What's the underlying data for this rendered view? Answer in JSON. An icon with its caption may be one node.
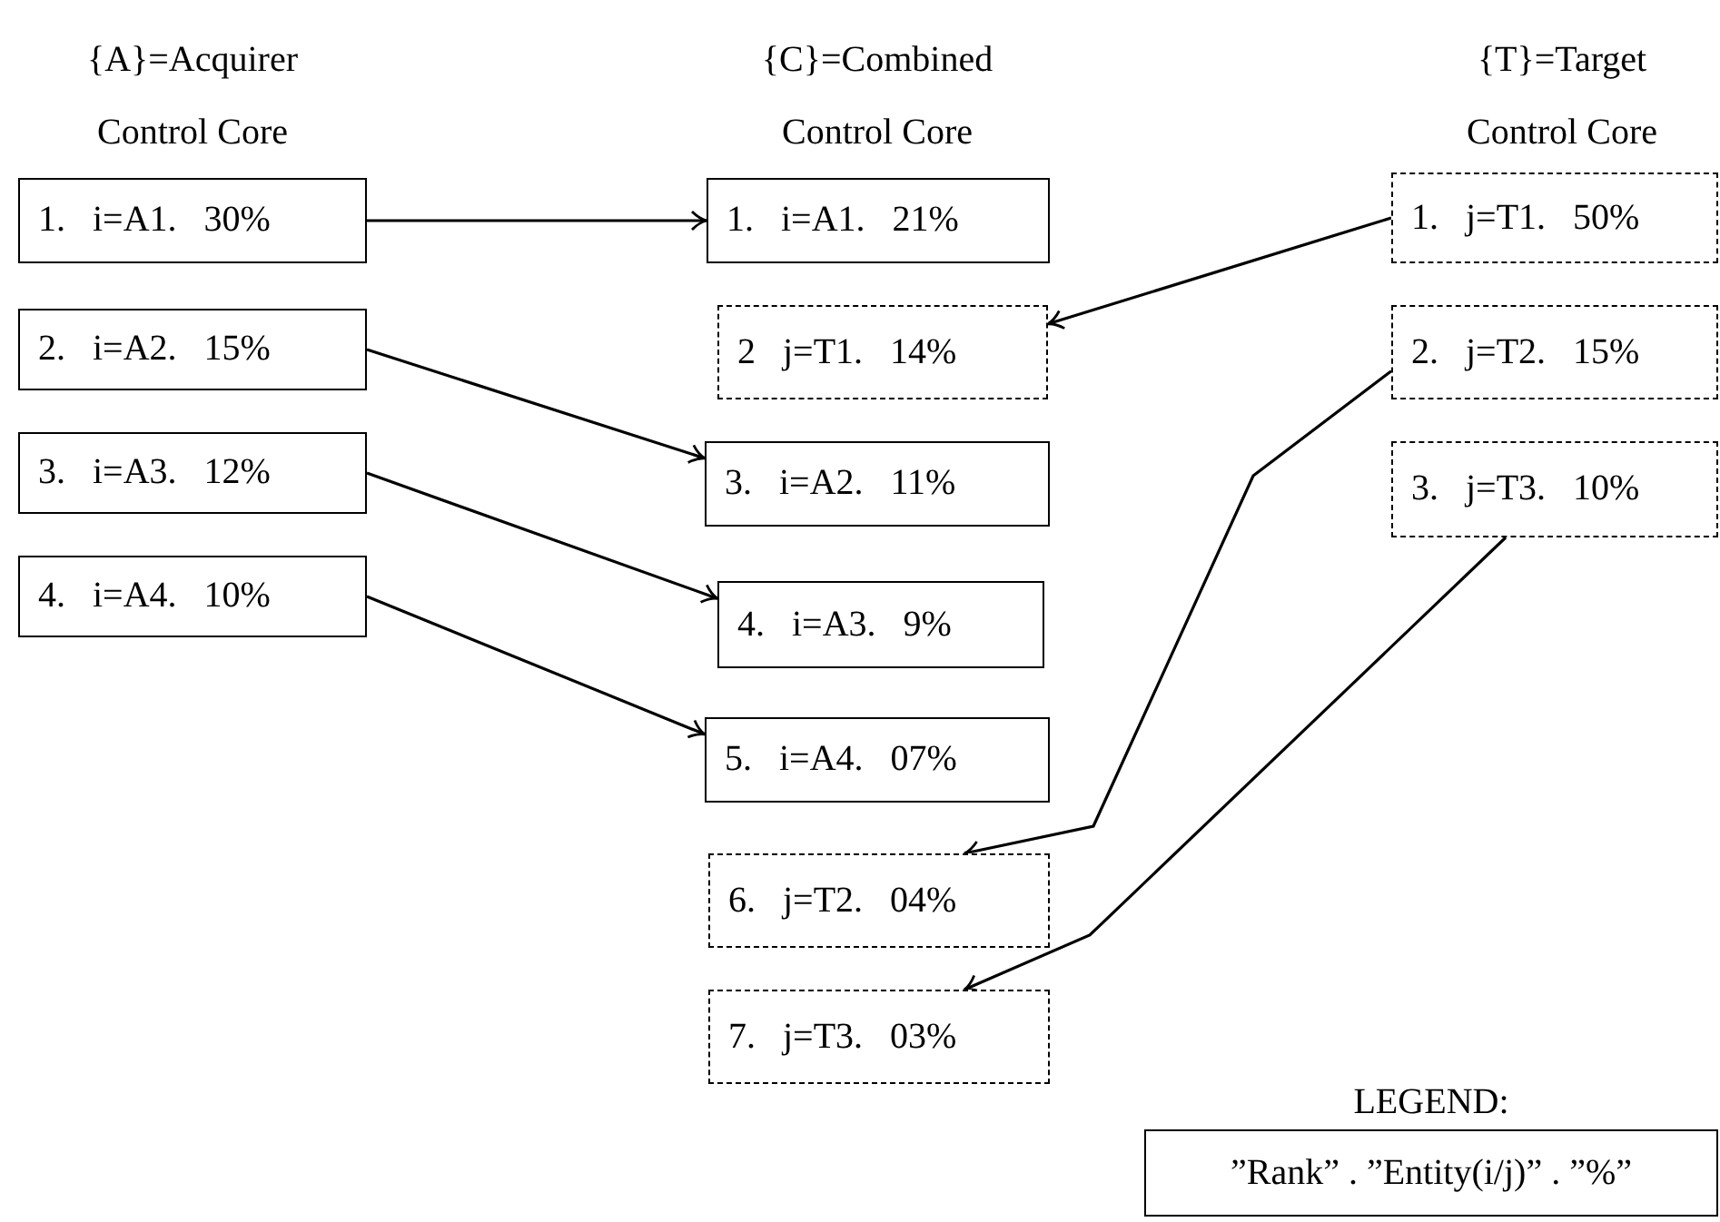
{
  "diagram": {
    "nodes": [
      {
        "text": [
          "1.   i=A1.   30%"
        ]
      },
      {
        "text": [
          "2.   i=A2.   15%"
        ]
      },
      {
        "text": [
          "3.   i=A3.   12%"
        ]
      },
      {
        "text": [
          "4.   i=A4.   10%"
        ]
      },
      {
        "text": [
          "1.   i=A1.   21%"
        ]
      },
      {
        "text": [
          "2   j=T1.   14%"
        ]
      },
      {
        "text": [
          "3.   i=A2.   11%"
        ]
      },
      {
        "text": [
          "4.   i=A3.   9%"
        ]
      },
      {
        "text": [
          "5.   i=A4.   07%"
        ]
      },
      {
        "text": [
          "6.   j=T2.   04%"
        ]
      },
      {
        "text": [
          "7.   j=T3.   03%"
        ]
      },
      {
        "text": [
          "1.   j=T1.   50%"
        ]
      },
      {
        "text": [
          "2.   j=T2.   15%"
        ]
      },
      {
        "text": [
          "3.   j=T3.   10%"
        ]
      },
      {
        "text": [
          "LEGEND:",
          "”Rank” . ”Entity(i/j)” . ”%”"
        ]
      }
    ],
    "edges": [
      {
        "from": 0,
        "to": 4,
        "arrow": "to"
      },
      {
        "from": 11,
        "to": 5,
        "arrow": "to"
      },
      {
        "from": 1,
        "to": 6,
        "arrow": "to"
      },
      {
        "from": 2,
        "to": 7,
        "arrow": "to"
      },
      {
        "from": 3,
        "to": 8,
        "arrow": "to"
      },
      {
        "from": 12,
        "to": 9,
        "arrow": "to"
      },
      {
        "from": 13,
        "to": 10,
        "arrow": "to"
      }
    ],
    "labels": [
      "{A}=Acquirer",
      "{C}=Combined",
      "{T}=Target",
      "Control Core",
      "Control Core",
      "Control Core"
    ]
  }
}
